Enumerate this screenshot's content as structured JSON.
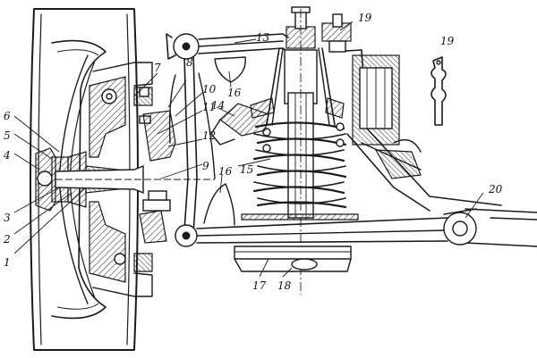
{
  "figure": {
    "callouts": [
      {
        "id": "c1",
        "label": "1"
      },
      {
        "id": "c2",
        "label": "2"
      },
      {
        "id": "c3",
        "label": "3"
      },
      {
        "id": "c4",
        "label": "4"
      },
      {
        "id": "c5",
        "label": "5"
      },
      {
        "id": "c6",
        "label": "6"
      },
      {
        "id": "c7",
        "label": "7"
      },
      {
        "id": "c8",
        "label": "8"
      },
      {
        "id": "c9",
        "label": "9"
      },
      {
        "id": "c10",
        "label": "10"
      },
      {
        "id": "c11",
        "label": "11"
      },
      {
        "id": "c12",
        "label": "12"
      },
      {
        "id": "c13",
        "label": "13"
      },
      {
        "id": "c14",
        "label": "14"
      },
      {
        "id": "c15",
        "label": "15"
      },
      {
        "id": "c16a",
        "label": "16"
      },
      {
        "id": "c16b",
        "label": "16"
      },
      {
        "id": "c17",
        "label": "17"
      },
      {
        "id": "c18",
        "label": "18"
      },
      {
        "id": "c19a",
        "label": "19"
      },
      {
        "id": "c19b",
        "label": "19"
      },
      {
        "id": "c20",
        "label": "20"
      }
    ]
  }
}
